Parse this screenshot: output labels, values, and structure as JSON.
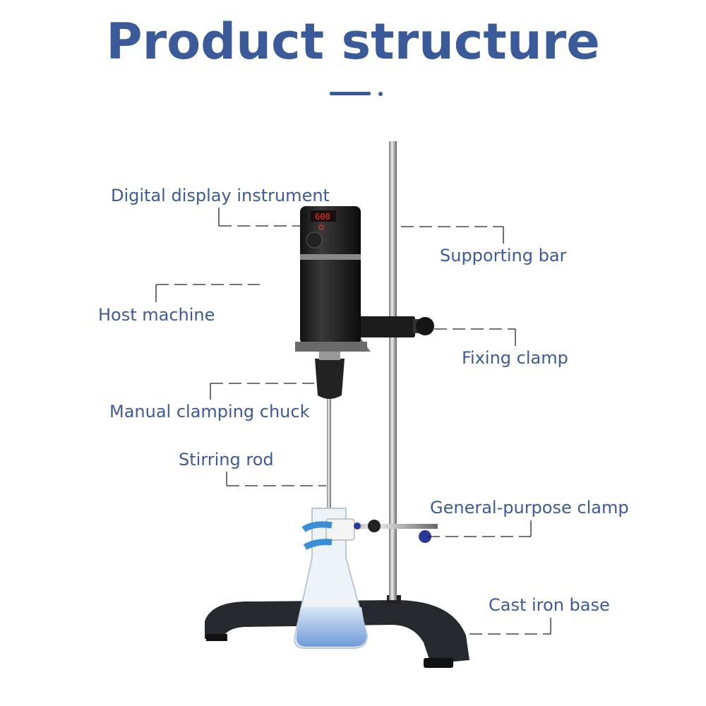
{
  "title": "Product structure",
  "display_reading": "600",
  "labels": {
    "digital_display": "Digital display instrument",
    "supporting_bar": "Supporting bar",
    "host_machine": "Host machine",
    "fixing_clamp": "Fixing clamp",
    "chuck": "Manual clamping chuck",
    "stirring_rod": "Stirring rod",
    "general_clamp": "General-purpose clamp",
    "base": "Cast iron base"
  },
  "colors": {
    "accent": "#3a5a99",
    "label": "#3d5a96"
  }
}
